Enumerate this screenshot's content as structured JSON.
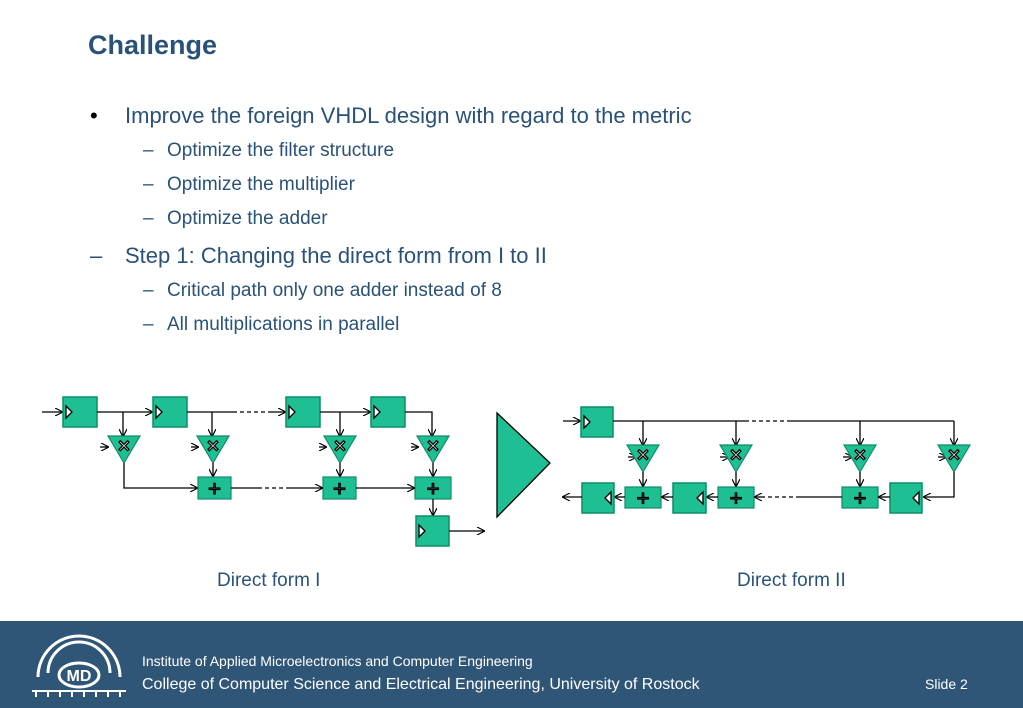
{
  "title": "Challenge",
  "bullets": [
    {
      "marker": "•",
      "text": "Improve the foreign VHDL design with regard to the metric"
    },
    {
      "marker": "–",
      "text": "Optimize the filter structure"
    },
    {
      "marker": "–",
      "text": "Optimize the multiplier"
    },
    {
      "marker": "–",
      "text": "Optimize the adder"
    },
    {
      "marker": "–",
      "text": "Step 1: Changing the direct form from I to II"
    },
    {
      "marker": "–",
      "text": "Critical path only one adder instead of 8"
    },
    {
      "marker": "–",
      "text": "All multiplications in parallel"
    }
  ],
  "captions": {
    "form1": "Direct form I",
    "form2": "Direct form II"
  },
  "diagram_symbols": {
    "multiply": "×",
    "add": "+"
  },
  "colors": {
    "accent": "#1fbf94",
    "text": "#2a5278",
    "footer": "#2f5577"
  },
  "footer": {
    "logo_text": "MD",
    "institute": "Institute of Applied Microelectronics and Computer Engineering",
    "college": "College of Computer Science and Electrical Engineering, University of Rostock",
    "slide": "Slide 2"
  }
}
